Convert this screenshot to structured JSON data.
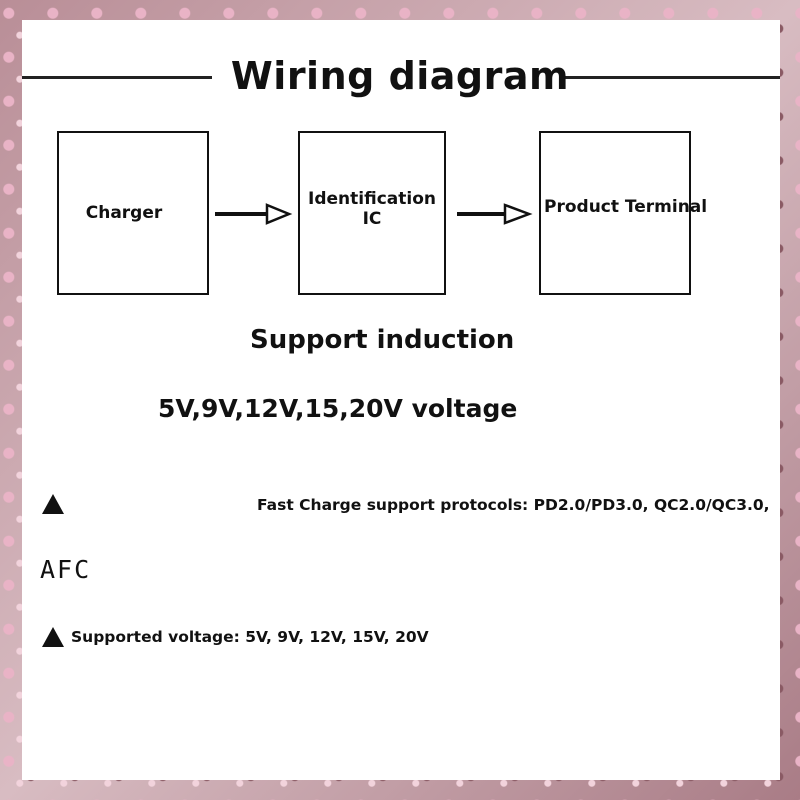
{
  "title": "Wiring diagram",
  "diagram": {
    "nodes": [
      {
        "id": "charger",
        "label": "Charger"
      },
      {
        "id": "ic",
        "label": "Identification\nIC"
      },
      {
        "id": "terminal",
        "label": "Product Terminal"
      }
    ],
    "edges": [
      {
        "from": "charger",
        "to": "ic"
      },
      {
        "from": "ic",
        "to": "terminal"
      }
    ]
  },
  "support_heading": "Support induction",
  "voltage_line": "5V,9V,12V,15,20V voltage",
  "bullets": {
    "protocols": "Fast Charge support protocols: PD2.0/PD3.0, QC2.0/QC3.0,",
    "protocols_cont": "AFC",
    "supported_voltage": "Supported voltage: 5V, 9V, 12V, 15V, 20V"
  },
  "icons": {
    "bullet": "triangle-bullet-icon",
    "arrow": "open-arrow-icon"
  },
  "colors": {
    "text": "#111111",
    "panel": "#ffffff"
  }
}
